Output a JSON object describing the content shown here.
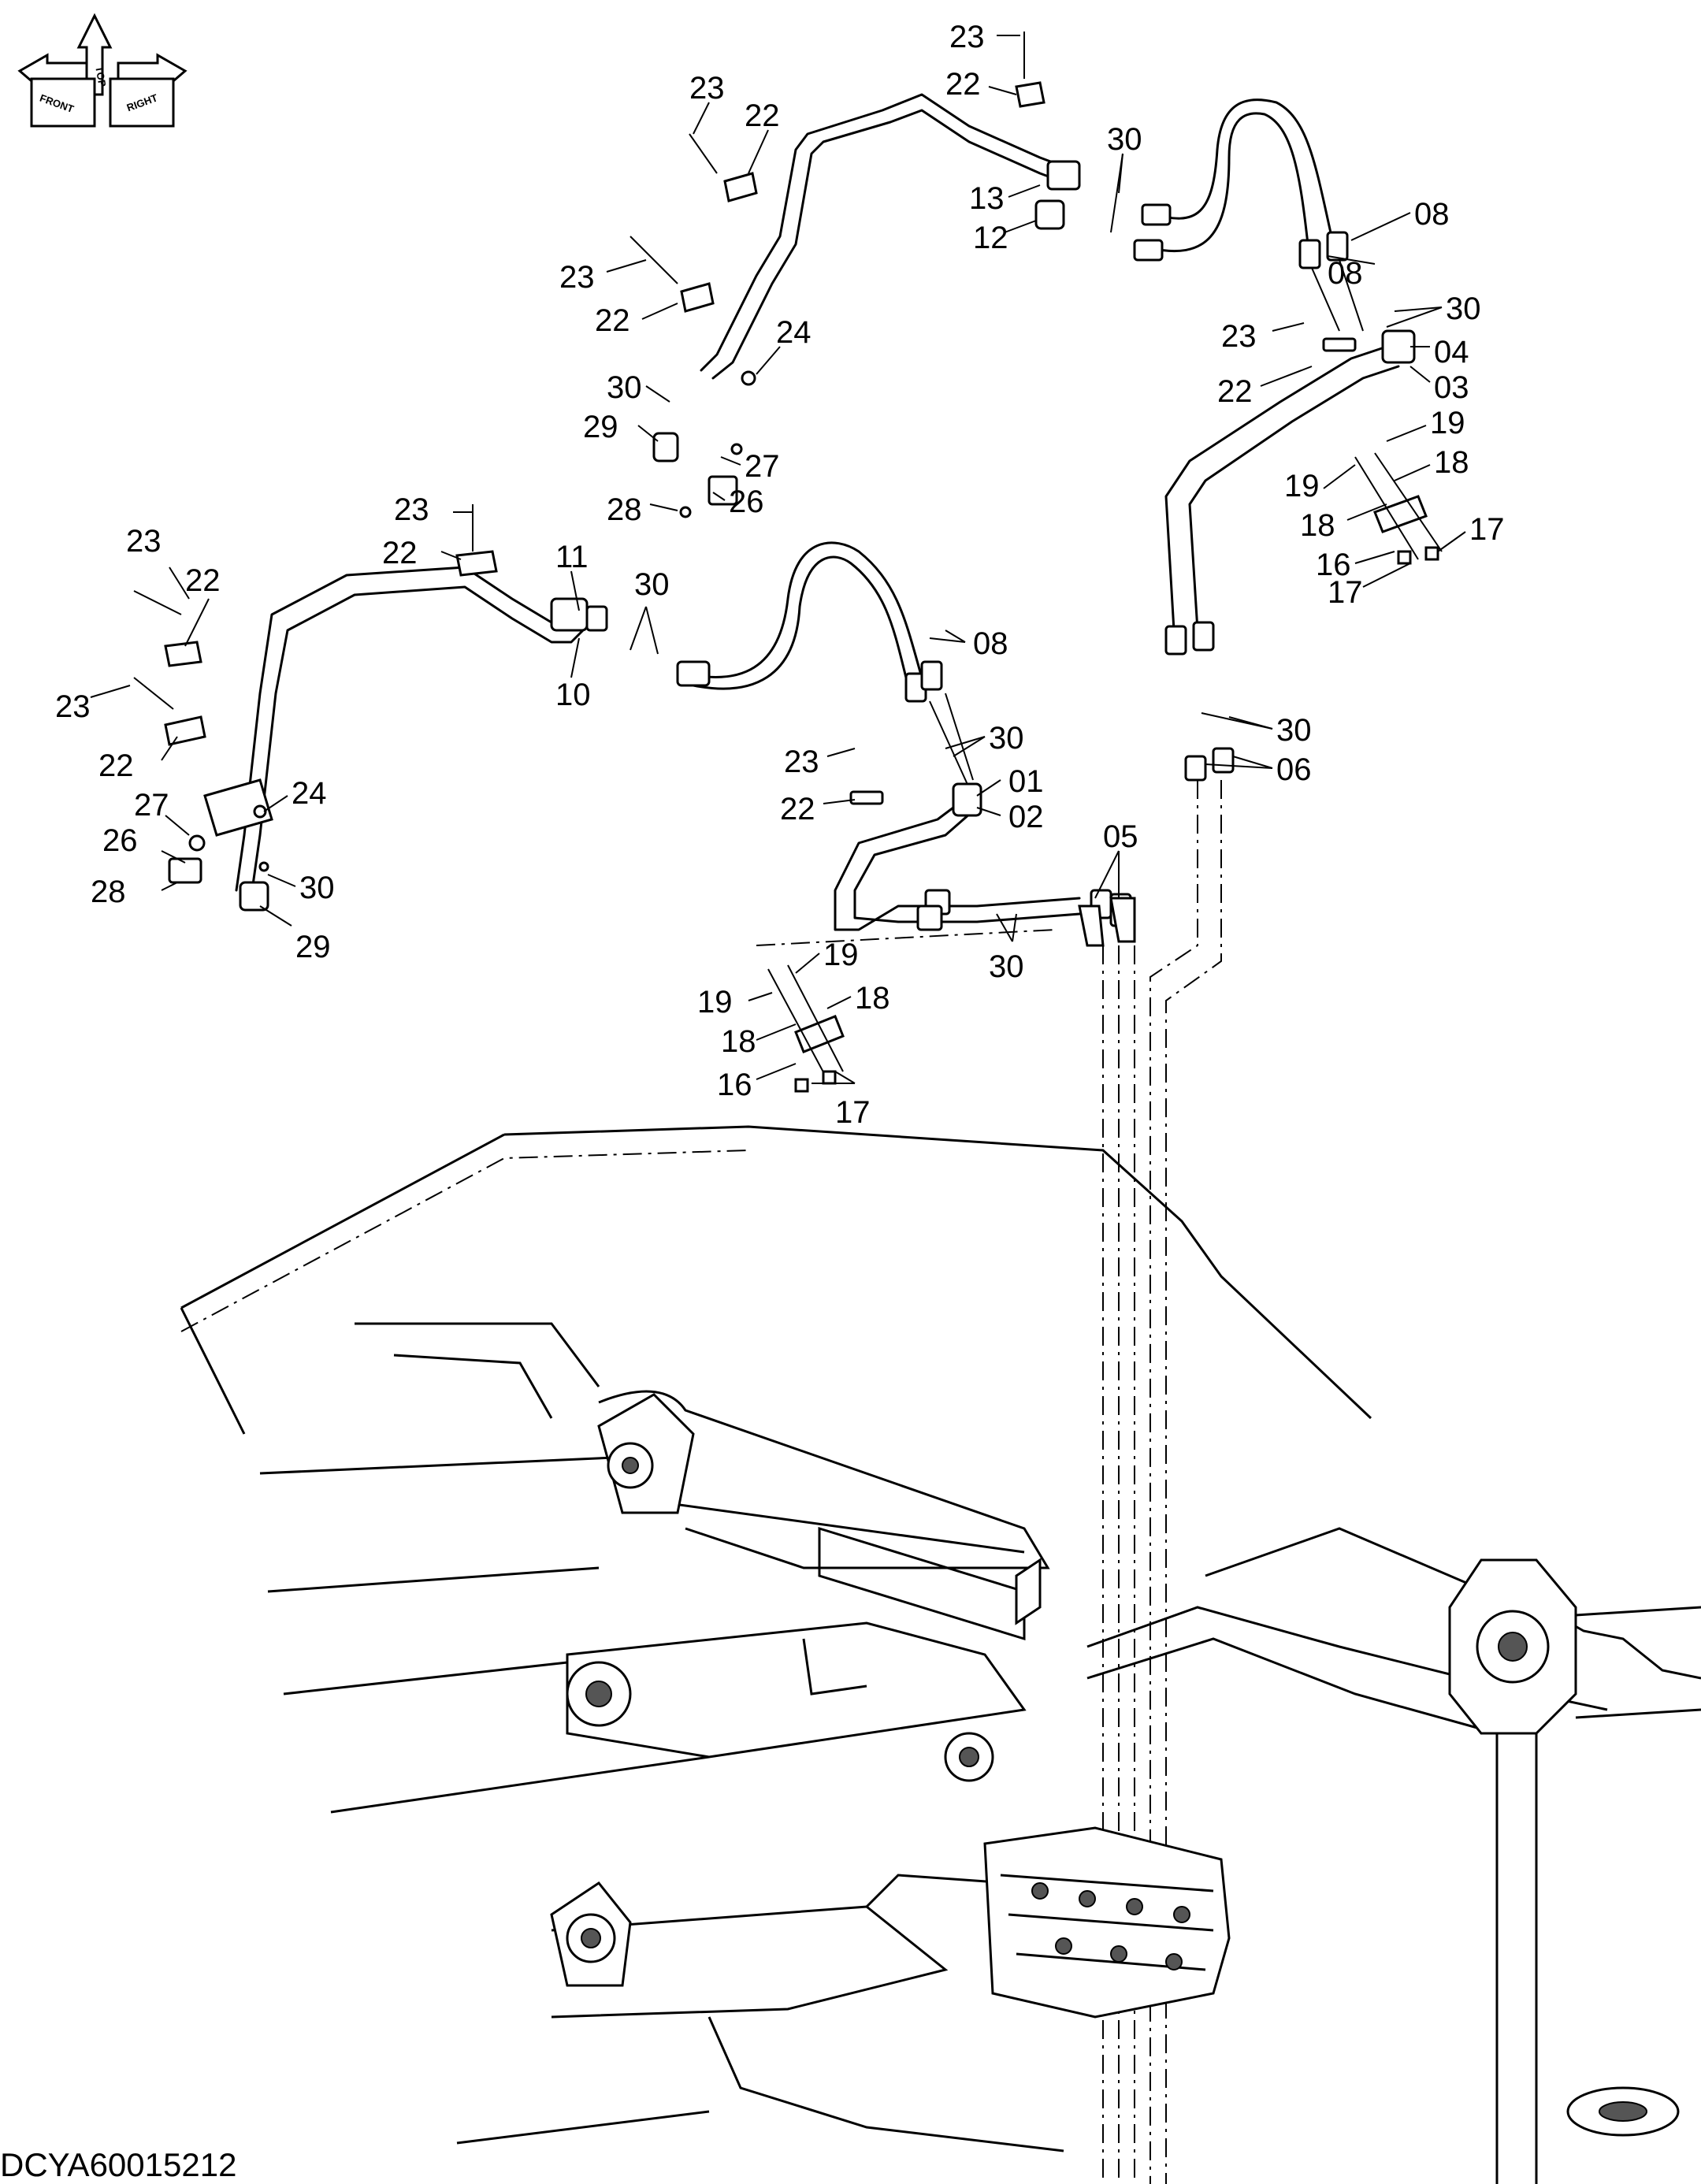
{
  "diagram_code": "DCYA60015212",
  "orientation_indicator": {
    "front": "FRONT",
    "top": "TOP",
    "right": "RIGHT"
  },
  "callouts": {
    "c01": "01",
    "c02": "02",
    "c03": "03",
    "c04": "04",
    "c05": "05",
    "c06": "06",
    "c08a": "08",
    "c08b": "08",
    "c08c": "08",
    "c10": "10",
    "c11": "11",
    "c12": "12",
    "c13": "13",
    "c16a": "16",
    "c16b": "16",
    "c17a": "17",
    "c17b": "17",
    "c17c": "17",
    "c18a": "18",
    "c18b": "18",
    "c18c": "18",
    "c18d": "18",
    "c19a": "19",
    "c19b": "19",
    "c19c": "19",
    "c19d": "19",
    "c22a": "22",
    "c22b": "22",
    "c22c": "22",
    "c22d": "22",
    "c22e": "22",
    "c22f": "22",
    "c22g": "22",
    "c22h": "22",
    "c23a": "23",
    "c23b": "23",
    "c23c": "23",
    "c23d": "23",
    "c23e": "23",
    "c23f": "23",
    "c23g": "23",
    "c23h": "23",
    "c24a": "24",
    "c24b": "24",
    "c26a": "26",
    "c26b": "26",
    "c27a": "27",
    "c27b": "27",
    "c28a": "28",
    "c28b": "28",
    "c29a": "29",
    "c29b": "29",
    "c30a": "30",
    "c30b": "30",
    "c30c": "30",
    "c30d": "30",
    "c30e": "30",
    "c30f": "30",
    "c30g": "30",
    "c30h": "30"
  }
}
